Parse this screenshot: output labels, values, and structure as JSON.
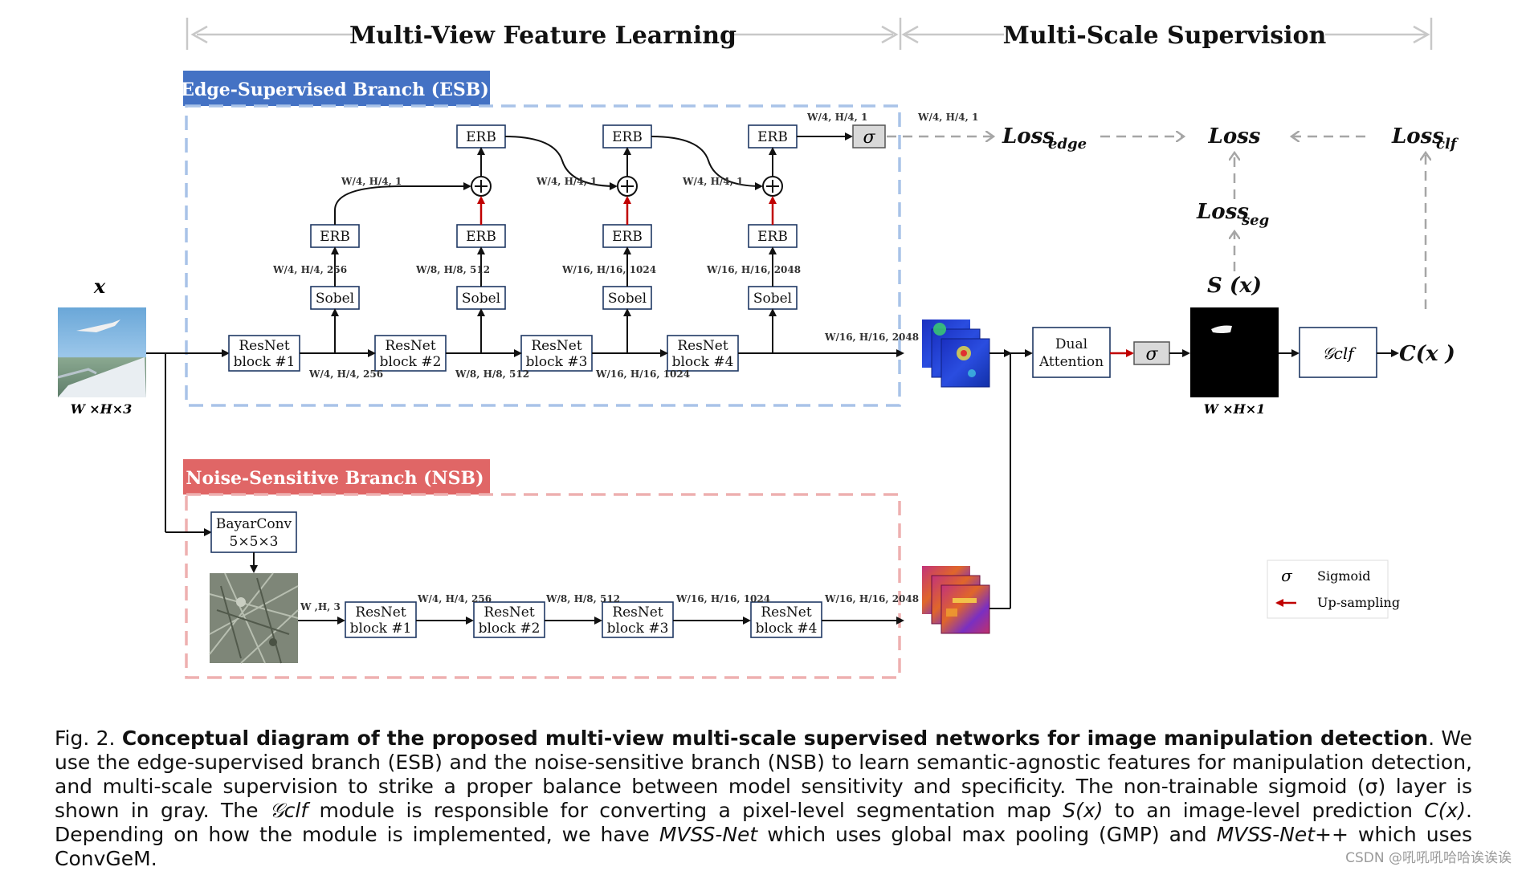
{
  "headers": {
    "left": "Multi-View Feature Learning",
    "right": "Multi-Scale Supervision"
  },
  "esb": {
    "title": "Edge-Supervised Branch (ESB)",
    "color": "#4472c4"
  },
  "nsb": {
    "title": "Noise-Sensitive Branch (NSB)",
    "color": "#e06666"
  },
  "input": {
    "label": "x",
    "dims": "W ×H×3"
  },
  "blocks": {
    "resnet_line1": "ResNet",
    "resnet_b1": "block #1",
    "resnet_b2": "block #2",
    "resnet_b3": "block #3",
    "resnet_b4": "block #4",
    "sobel": "Sobel",
    "erb": "ERB",
    "bayar1": "BayarConv",
    "bayar2": "5×5×3",
    "dual1": "Dual",
    "dual2": "Attention",
    "gclf": "𝒢clf"
  },
  "dims": {
    "q1": "W/4, H/4, 1",
    "q256": "W/4, H/4, 256",
    "q512": "W/8, H/8, 512",
    "q1024": "W/16, H/16, 1024",
    "q2048": "W/16, H/16, 2048",
    "nsb_in": "W ,H, 3",
    "esb_sigma_out": "W/4, H/4, 1"
  },
  "losses": {
    "edge": "Loss",
    "edge_sub": "edge",
    "total": "Loss",
    "seg": "Loss",
    "seg_sub": "seg",
    "clf": "Loss",
    "clf_sub": "clf"
  },
  "outputs": {
    "sigma": "σ",
    "s_label": "S (x)",
    "s_dims": "W ×H×1",
    "c_label": "C(x )"
  },
  "legend": {
    "sigma_symbol": "σ",
    "sigma_label": "Sigmoid",
    "upsample_label": "Up-sampling"
  },
  "caption": {
    "fig": "Fig. 2.",
    "title": "Conceptual diagram of the proposed multi-view multi-scale supervised networks for image manipulation detection",
    "text1": ". We use the edge-supervised branch (ESB) and the noise-sensitive branch (NSB) to learn semantic-agnostic features for manipulation detection, and multi-scale supervision to strike a proper balance between model sensitivity and specificity. The non-trainable sigmoid (σ) layer is shown in gray. The ",
    "gclf": "𝒢clf",
    "text2": " module is responsible for converting a pixel-level segmentation map ",
    "sx": "S(x)",
    "text3": " to an image-level prediction ",
    "cx": "C(x)",
    "text4": ". Depending on how the module is implemented, we have ",
    "mvss": "MVSS-Net",
    "text5": " which uses global max pooling (GMP) and ",
    "mvsspp": "MVSS-Net++",
    "text6": " which uses ConvGeM."
  },
  "watermark": "CSDN @吼吼吼哈哈诶诶诶"
}
